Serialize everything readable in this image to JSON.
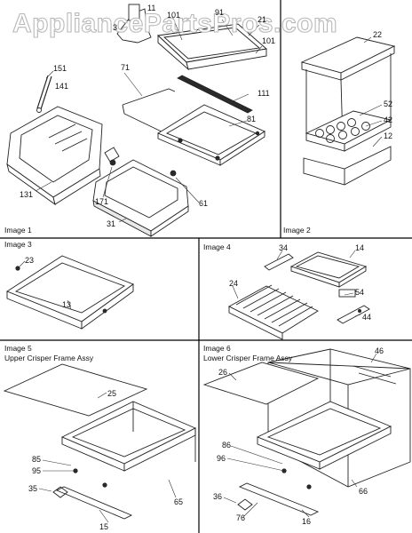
{
  "watermark": "AppliancePartsPros.com",
  "panels": {
    "image1": {
      "caption": "Image 1"
    },
    "image2": {
      "caption": "Image 2"
    },
    "image3": {
      "caption": "Image 3"
    },
    "image4": {
      "caption": "Image 4"
    },
    "image5": {
      "caption": "Image 5",
      "subtitle": "Upper Crisper Frame Assy"
    },
    "image6": {
      "caption": "Image 6",
      "subtitle": "Lower Crisper Frame Assy"
    }
  },
  "part_numbers": {
    "p3": "3",
    "p11": "11",
    "p101a": "101",
    "p91": "91",
    "p21": "21",
    "p101": "101",
    "p151": "151",
    "p141": "141",
    "p71": "71",
    "p111": "111",
    "p81": "81",
    "p131": "131",
    "p171": "171",
    "p31": "31",
    "p61": "61",
    "p22": "22",
    "p52": "52",
    "p42": "42",
    "p12": "12",
    "p23": "23",
    "p13": "13",
    "p34": "34",
    "p14": "14",
    "p24": "24",
    "p54": "54",
    "p44": "44",
    "p25": "25",
    "p85": "85",
    "p95": "95",
    "p35": "35",
    "p65": "65",
    "p15": "15",
    "p46": "46",
    "p26": "26",
    "p86": "86",
    "p96": "96",
    "p36": "36",
    "p76": "76",
    "p66": "66",
    "p16": "16"
  }
}
